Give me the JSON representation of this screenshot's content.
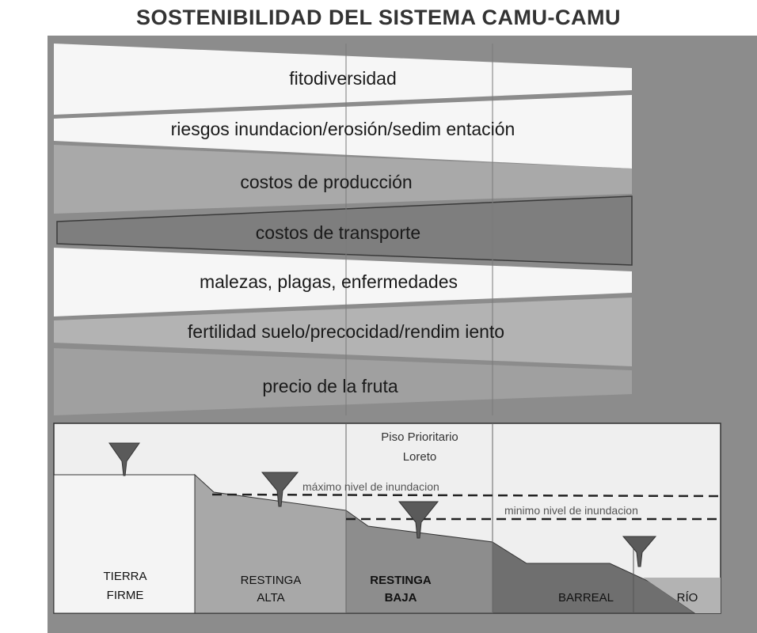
{
  "title": "SOSTENIBILIDAD DEL SISTEMA CAMU-CAMU",
  "bands": [
    {
      "label": "fitodiversidad"
    },
    {
      "label": "riesgos inundacion/erosión/sedim entación"
    },
    {
      "label": "costos  de producción"
    },
    {
      "label": "costos  de transporte"
    },
    {
      "label": "malezas, plagas, enfermedades"
    },
    {
      "label": "fertilidad suelo/precocidad/rendim iento"
    },
    {
      "label": "precio de la fruta"
    }
  ],
  "profile": {
    "priority_label_line1": "Piso Prioritario",
    "priority_label_line2": "Loreto",
    "max_flood_label": "máximo nivel de inundacion",
    "min_flood_label": "minimo nivel de inundacion",
    "zones": [
      {
        "line1": "TIERRA",
        "line2": "FIRME"
      },
      {
        "line1": "RESTINGA",
        "line2": "ALTA"
      },
      {
        "line1": "RESTINGA",
        "line2": "BAJA"
      },
      {
        "line1": "BARREAL",
        "line2": ""
      },
      {
        "line1": "RÍO",
        "line2": ""
      }
    ]
  },
  "colors": {
    "background": "#8c8c8c",
    "light_band": "#f6f6f6",
    "mid_band": "#a9a9a9",
    "dark_band": "#7e7e7e",
    "profile_sky": "#efefef",
    "restinga_alta": "#a8a8a8",
    "restinga_baja": "#8d8d8d",
    "barreal": "#6f6f6f",
    "rio": "#b3b3b3"
  }
}
